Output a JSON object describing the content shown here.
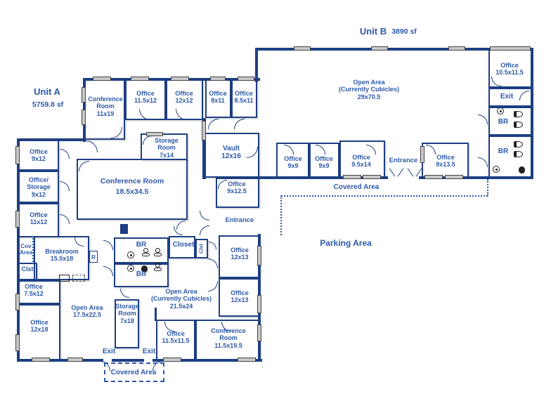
{
  "colors": {
    "wall": "#1d3f82",
    "label_text": "#2d59a8",
    "window_fill": "#c9c9c9",
    "fixture": "#222222",
    "dashed_line": "#2d59a8"
  },
  "labels": [
    {
      "id": "unit-a-name",
      "lines": [
        "Unit A"
      ]
    },
    {
      "id": "unit-a-area",
      "lines": [
        "5759.8 sf"
      ]
    },
    {
      "id": "unit-b-name",
      "lines": [
        "Unit B"
      ]
    },
    {
      "id": "unit-b-area",
      "lines": [
        "3890 sf"
      ]
    },
    {
      "id": "conf-room-11x19",
      "lines": [
        "Conference",
        "Room",
        "11x19"
      ]
    },
    {
      "id": "office-11-5x12",
      "lines": [
        "Office",
        "11.5x12"
      ]
    },
    {
      "id": "office-12x12",
      "lines": [
        "Office",
        "12x12"
      ]
    },
    {
      "id": "office-8x11",
      "lines": [
        "Office",
        "8x11"
      ]
    },
    {
      "id": "office-8-5x11",
      "lines": [
        "Office",
        "8.5x11"
      ]
    },
    {
      "id": "open-area-b",
      "lines": [
        "Open Area",
        "(Currently Cubicles)",
        "29x70.5"
      ]
    },
    {
      "id": "office-10-5x11-5",
      "lines": [
        "Office",
        "10.5x11.5"
      ]
    },
    {
      "id": "exit-b",
      "lines": [
        "Exit"
      ]
    },
    {
      "id": "br-b1",
      "lines": [
        "BR"
      ]
    },
    {
      "id": "br-b2",
      "lines": [
        "BR"
      ]
    },
    {
      "id": "storage-room-7x14",
      "lines": [
        "Storage",
        "Room",
        "7x14"
      ]
    },
    {
      "id": "vault-12x16",
      "lines": [
        "Vault",
        "12x16"
      ]
    },
    {
      "id": "office-9x9-a",
      "lines": [
        "Office",
        "9x9"
      ]
    },
    {
      "id": "office-9x9-b",
      "lines": [
        "Office",
        "9x9"
      ]
    },
    {
      "id": "office-9-5x14",
      "lines": [
        "Office",
        "9.5x14"
      ]
    },
    {
      "id": "entrance-b",
      "lines": [
        "Entrance"
      ]
    },
    {
      "id": "office-9x13-5",
      "lines": [
        "Office",
        "9x13.5"
      ]
    },
    {
      "id": "covered-area-b",
      "lines": [
        "Covered Area"
      ]
    },
    {
      "id": "office-9x12",
      "lines": [
        "Office",
        "9x12"
      ]
    },
    {
      "id": "office-storage-9x12",
      "lines": [
        "Office/",
        "Storage",
        "9x12"
      ]
    },
    {
      "id": "office-11x12",
      "lines": [
        "Office",
        "11x12"
      ]
    },
    {
      "id": "conf-room-18-5x34-5",
      "lines": [
        "Conference Room",
        "18.5x34.5"
      ]
    },
    {
      "id": "office-9x12-5",
      "lines": [
        "Office",
        "9x12.5"
      ]
    },
    {
      "id": "entrance-a",
      "lines": [
        "Entrance"
      ]
    },
    {
      "id": "parking-area",
      "lines": [
        "Parking Area"
      ]
    },
    {
      "id": "cov-area",
      "lines": [
        "Cov",
        "Area"
      ]
    },
    {
      "id": "breakroom-15-5x18",
      "lines": [
        "Breakroom",
        "15.5x18"
      ]
    },
    {
      "id": "clst-a",
      "lines": [
        "Clst"
      ]
    },
    {
      "id": "br-a1",
      "lines": [
        "BR"
      ]
    },
    {
      "id": "br-a2",
      "lines": [
        "BR"
      ]
    },
    {
      "id": "closet",
      "lines": [
        "Closet"
      ]
    },
    {
      "id": "clst-b",
      "lines": [
        "Clst"
      ]
    },
    {
      "id": "office-12x13-u",
      "lines": [
        "Office",
        "12x13"
      ]
    },
    {
      "id": "office-7-5x12",
      "lines": [
        "Office",
        "7.5x12"
      ]
    },
    {
      "id": "open-area-a1",
      "lines": [
        "Open Area",
        "17.5x22.5"
      ]
    },
    {
      "id": "office-12x13-l",
      "lines": [
        "Office",
        "12x13"
      ]
    },
    {
      "id": "office-12x18",
      "lines": [
        "Office",
        "12x18"
      ]
    },
    {
      "id": "storage-room-7x18",
      "lines": [
        "Storage",
        "Room",
        "7x18"
      ]
    },
    {
      "id": "open-area-a2",
      "lines": [
        "Open Area",
        "(Currently Cubicles)",
        "21.5x24"
      ]
    },
    {
      "id": "office-11-5x11-5",
      "lines": [
        "Office",
        "11.5x11.5"
      ]
    },
    {
      "id": "conf-room-11-5x19-5",
      "lines": [
        "Conference",
        "Room",
        "11.5x19.5"
      ]
    },
    {
      "id": "exit-a1",
      "lines": [
        "Exit"
      ]
    },
    {
      "id": "exit-a2",
      "lines": [
        "Exit"
      ]
    },
    {
      "id": "covered-area-a",
      "lines": [
        "Covered Area"
      ]
    },
    {
      "id": "refrigerator",
      "lines": [
        "R"
      ]
    }
  ]
}
